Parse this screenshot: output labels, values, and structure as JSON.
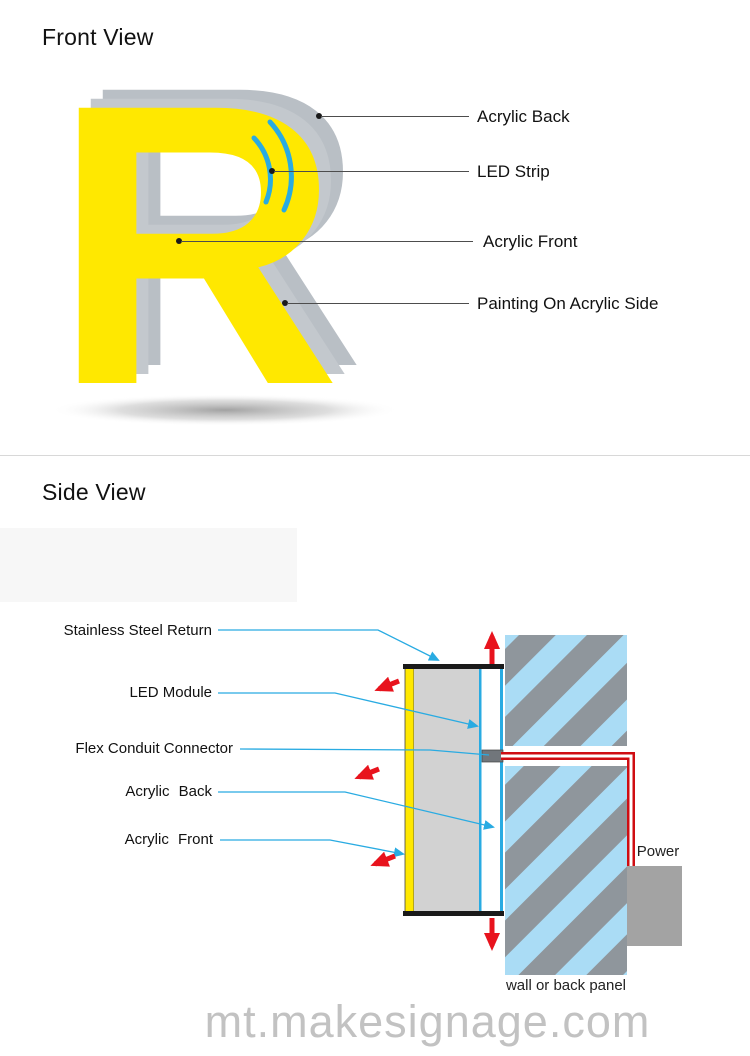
{
  "front_view": {
    "title": "Front View",
    "letter": "R",
    "labels": [
      "Acrylic Back",
      "LED Strip",
      "Acrylic Front",
      "Painting On Acrylic Side"
    ]
  },
  "side_view": {
    "title": "Side View",
    "labels": [
      "Stainless Steel Return",
      "LED Module",
      "Flex Conduit Connector",
      "Acrylic Back",
      "Acrylic Front"
    ],
    "power_label": "Power",
    "wall_label": "wall or back panel"
  },
  "watermark": "mt.makesignage.com",
  "colors": {
    "letter_face_yellow": "#ffe800",
    "letter_side_gray": "#b9bfc5",
    "led_blue": "#29abe2",
    "arrow_red": "#e8131d",
    "wall_blue": "#aadcf5",
    "wall_stripe_gray": "#8f969c",
    "leader_front_gray": "#4d4d4d",
    "watermark_gray": "#c2c2c2"
  }
}
